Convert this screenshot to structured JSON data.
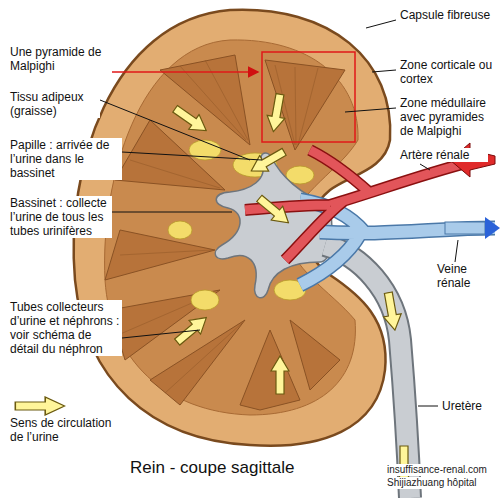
{
  "diagram": {
    "title": "Rein - coupe sagittale",
    "labels": [
      "Capsule fibreuse",
      "Une pyramide de Malpighi",
      "Zone corticale ou cortex",
      "Tissu adipeux (graisse)",
      "Zone médullaire avec pyramides de Malpighi",
      "Papille : arrivée de l’urine dans le bassinet",
      "Artère rénale",
      "Bassinet : collecte l’urine de tous les tubes urinifères",
      "Veine rénale",
      "Tubes collecteurs d’urine et néphrons : voir schéma de détail du néphron",
      "Uretère",
      "insuffisance-renal.com",
      "Shijiazhuang hôpital"
    ],
    "legend": [
      {
        "text": "Sens de circulation de l’urine"
      }
    ]
  }
}
